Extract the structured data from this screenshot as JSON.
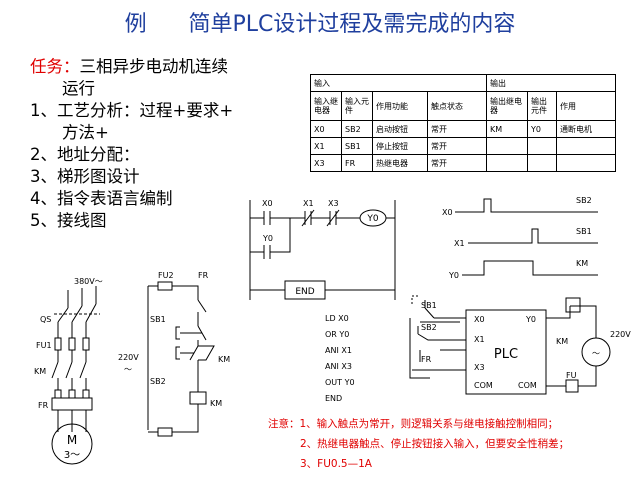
{
  "title": "例      简单PLC设计过程及需完成的内容",
  "tasks": {
    "task_label": "任务：",
    "task_text": "三相异步电动机连续",
    "task_cont": "运行",
    "step1": "1、工艺分析：过程+要求+",
    "step1_cont": "方法+",
    "step2": "2、地址分配：",
    "step3": "3、梯形图设计",
    "step4": "4、指令表语言编制",
    "step5": "5、接线图"
  },
  "io_table": {
    "input_header": "输入",
    "output_header": "输出",
    "col_heads": [
      "输入继电器",
      "输入元件",
      "作用功能",
      "触点状态",
      "输出继电器",
      "输出元件",
      "作用"
    ],
    "rows": [
      [
        "X0",
        "SB2",
        "启动按钮",
        "常开",
        "KM",
        "Y0",
        "通断电机"
      ],
      [
        "X1",
        "SB1",
        "停止按钮",
        "常开",
        "",
        "",
        ""
      ],
      [
        "X3",
        "FR",
        "热继电器",
        "常开",
        "",
        "",
        ""
      ]
    ]
  },
  "ladder": {
    "x0": "X0",
    "x1": "X1",
    "x3": "X3",
    "y0_contact": "Y0",
    "coil": "Y0",
    "end": "END"
  },
  "timing": {
    "x0": "X0",
    "x1": "X1",
    "y0": "Y0",
    "sb2": "SB2",
    "sb1": "SB1",
    "km": "KM"
  },
  "instructions": [
    "LD  X0",
    "OR  Y0",
    "ANI  X1",
    "ANI  X3",
    "OUT Y0",
    "END"
  ],
  "main_circuit": {
    "supply": "380V～",
    "qs": "QS",
    "fu1": "FU1",
    "km": "KM",
    "fr": "FR",
    "motor": "M",
    "motor_phase": "3～"
  },
  "control_circuit": {
    "fu2": "FU2",
    "fr": "FR",
    "sb1": "SB1",
    "v220": "220V",
    "tilde": "～",
    "km_contact": "KM",
    "sb2": "SB2",
    "km_coil": "KM"
  },
  "wiring": {
    "sb1": "SB1",
    "sb2": "SB2",
    "fr": "FR",
    "x0": "X0",
    "x1": "X1",
    "x3": "X3",
    "com_left": "COM",
    "plc": "PLC",
    "y0": "Y0",
    "com_right": "COM",
    "km": "KM",
    "fu": "FU",
    "v220": "220V",
    "tilde": "～"
  },
  "notes": {
    "label": "注意：",
    "n1": "1、输入触点为常开，则逻辑关系与继电接触控制相同；",
    "n2": "2、热继电器触点、停止按钮接入输入，但要安全性稍差；",
    "n3": "3、FU0.5—1A"
  }
}
